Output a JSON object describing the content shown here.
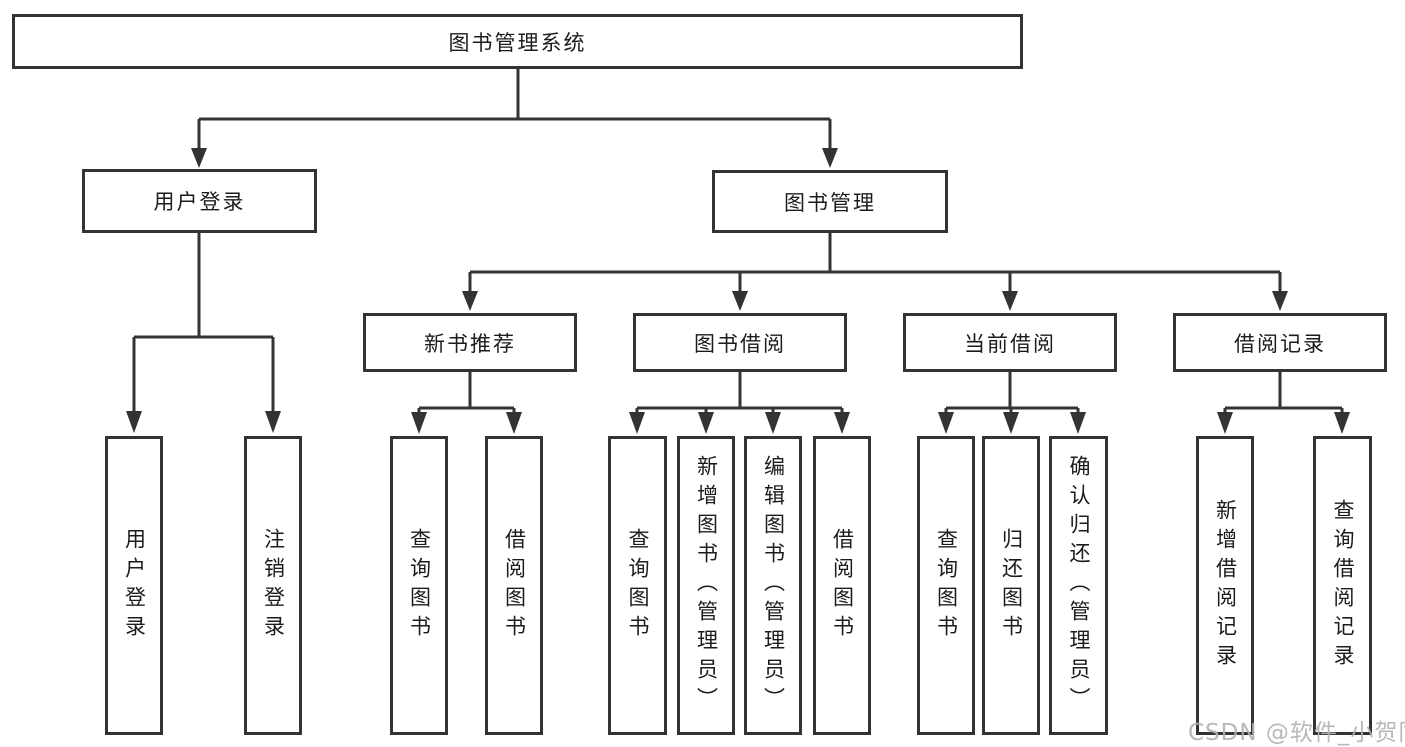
{
  "diagram": {
    "root": {
      "label": "图书管理系统"
    },
    "branches": [
      {
        "label": "用户登录",
        "children": [
          {
            "label": "用户登录"
          },
          {
            "label": "注销登录"
          }
        ]
      },
      {
        "label": "图书管理",
        "children": [
          {
            "label": "新书推荐",
            "children": [
              {
                "label": "查询图书"
              },
              {
                "label": "借阅图书"
              }
            ]
          },
          {
            "label": "图书借阅",
            "children": [
              {
                "label": "查询图书"
              },
              {
                "label": "新增图书（管理员）"
              },
              {
                "label": "编辑图书（管理员）"
              },
              {
                "label": "借阅图书"
              }
            ]
          },
          {
            "label": "当前借阅",
            "children": [
              {
                "label": "查询图书"
              },
              {
                "label": "归还图书"
              },
              {
                "label": "确认归还（管理员）"
              }
            ]
          },
          {
            "label": "借阅记录",
            "children": [
              {
                "label": "新增借阅记录"
              },
              {
                "label": "查询借阅记录"
              }
            ]
          }
        ]
      }
    ]
  },
  "watermark": {
    "text": "CSDN @软件_小贺同学"
  },
  "colors": {
    "line": "#333333",
    "border": "#333333",
    "text": "#1c1c1c",
    "watermark": "#b2b2b2",
    "background": "#ffffff"
  }
}
